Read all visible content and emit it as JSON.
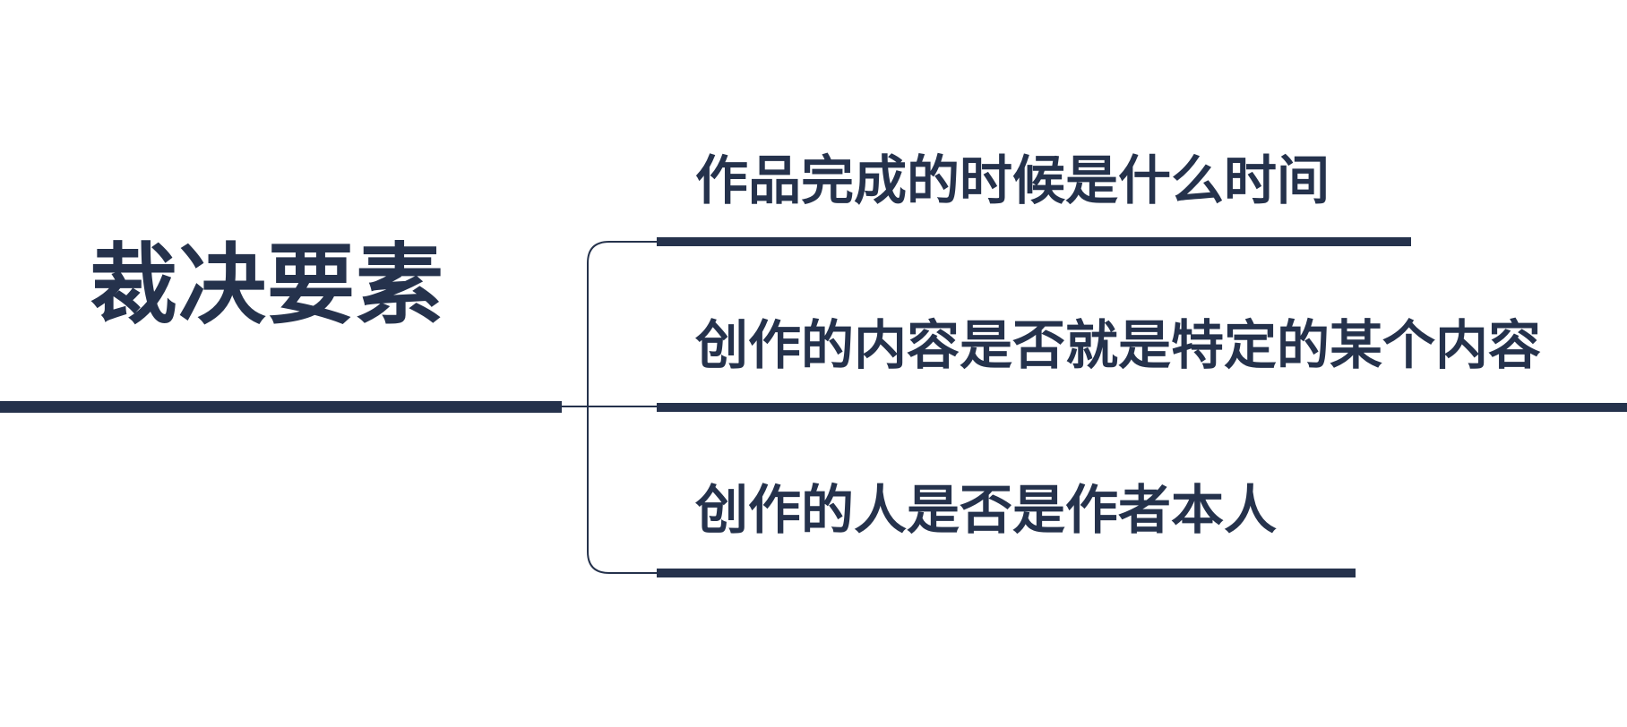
{
  "root": {
    "label": "裁决要素"
  },
  "branches": [
    {
      "label": "作品完成的时候是什么时间"
    },
    {
      "label": "创作的内容是否就是特定的某个内容"
    },
    {
      "label": "创作的人是否是作者本人"
    }
  ],
  "colors": {
    "primary": "#25324c",
    "background": "#ffffff"
  }
}
